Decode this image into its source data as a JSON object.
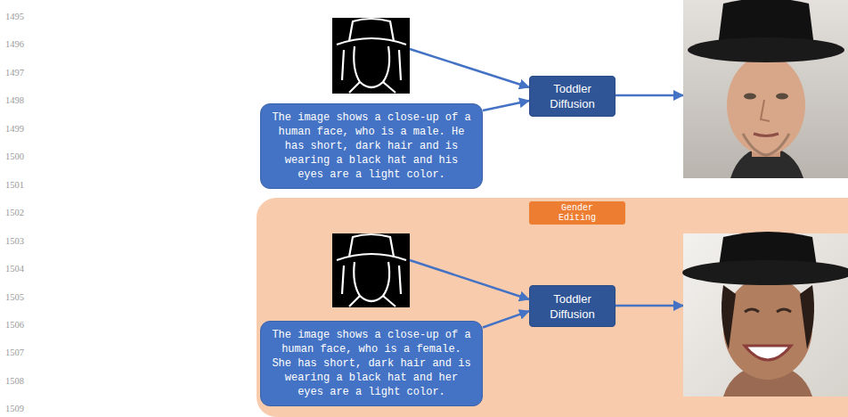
{
  "diagram": {
    "nodes": [
      {
        "text": [
          "The image shows a close-up of a human face, who is a male. He has short, dark hair and is wearing a black hat and his eyes are a light color."
        ]
      },
      {
        "text": [
          "Toddler Diffusion"
        ]
      },
      {
        "text": [
          "Gender Editing"
        ]
      },
      {
        "text": [
          "The image shows a close-up of a human face, who is a female. She has short, dark hair and is wearing a black hat and her eyes are a light color."
        ],
        "in": 2
      },
      {
        "text": [
          "Toddler Diffusion"
        ],
        "in": 2
      }
    ],
    "edges": [
      {
        "from": 0,
        "to": 1,
        "arrow": "to"
      },
      {
        "from": 3,
        "to": 4,
        "arrow": "to"
      }
    ],
    "labels": [
      "1495",
      "1496",
      "1497",
      "1498",
      "1499",
      "1500",
      "1501",
      "1502",
      "1503",
      "1504",
      "1505",
      "1506",
      "1507",
      "1508",
      "1509"
    ]
  }
}
